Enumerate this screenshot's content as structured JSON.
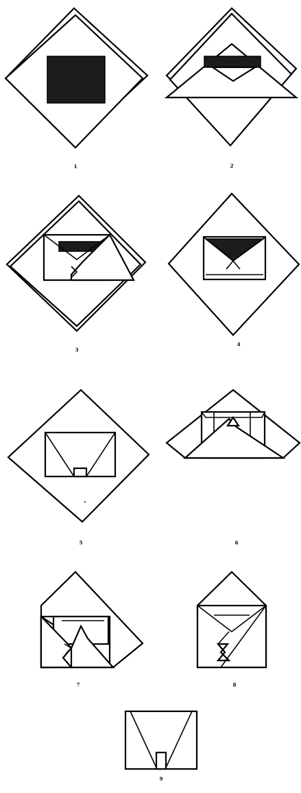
{
  "figure": {
    "steps": [
      {
        "label": "1"
      },
      {
        "label": "2"
      },
      {
        "label": "3"
      },
      {
        "label": "4"
      },
      {
        "label": "5"
      },
      {
        "label": "6"
      },
      {
        "label": "7"
      },
      {
        "label": "8"
      },
      {
        "label": "9"
      }
    ]
  },
  "colors": {
    "line": "#000000",
    "paper": "#ffffff",
    "fill": "#1c1c1c"
  }
}
